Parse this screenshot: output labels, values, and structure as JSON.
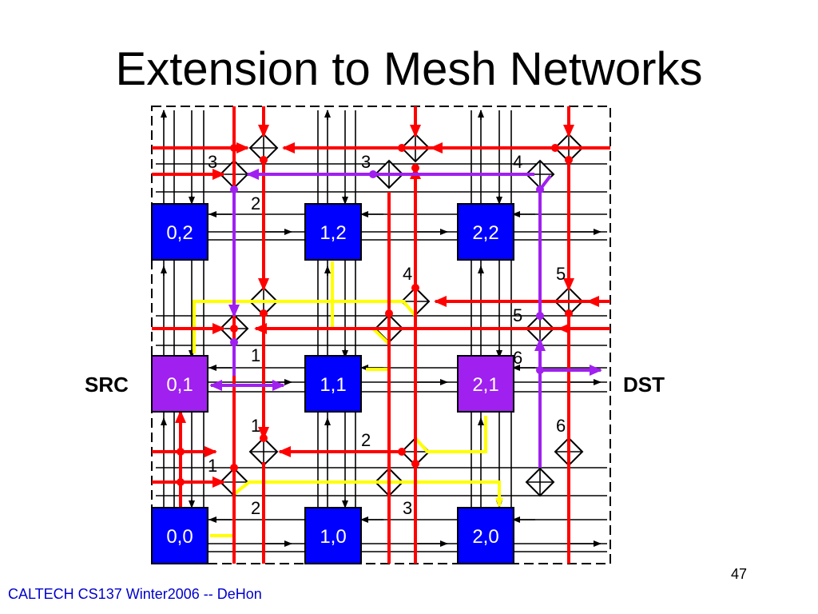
{
  "slide": {
    "title": "Extension to Mesh Networks",
    "footer": "CALTECH CS137 Winter2006 -- DeHon",
    "page_number": "47"
  },
  "diagram": {
    "labels": {
      "src": "SRC",
      "dst": "DST"
    },
    "nodes": [
      {
        "label": "0,2",
        "color": "#0000ff"
      },
      {
        "label": "1,2",
        "color": "#0000ff"
      },
      {
        "label": "2,2",
        "color": "#0000ff"
      },
      {
        "label": "0,1",
        "color": "#a020f0"
      },
      {
        "label": "1,1",
        "color": "#0000ff"
      },
      {
        "label": "2,1",
        "color": "#a020f0"
      },
      {
        "label": "0,0",
        "color": "#0000ff"
      },
      {
        "label": "1,0",
        "color": "#0000ff"
      },
      {
        "label": "2,0",
        "color": "#0000ff"
      }
    ],
    "step_labels": [
      "3",
      "2",
      "3",
      "4",
      "4",
      "5",
      "5",
      "6",
      "1",
      "1",
      "2",
      "1",
      "6",
      "2",
      "3"
    ],
    "colors": {
      "path_red": "#ff0000",
      "path_purple": "#a020f0",
      "path_yellow": "#ffff00"
    }
  }
}
